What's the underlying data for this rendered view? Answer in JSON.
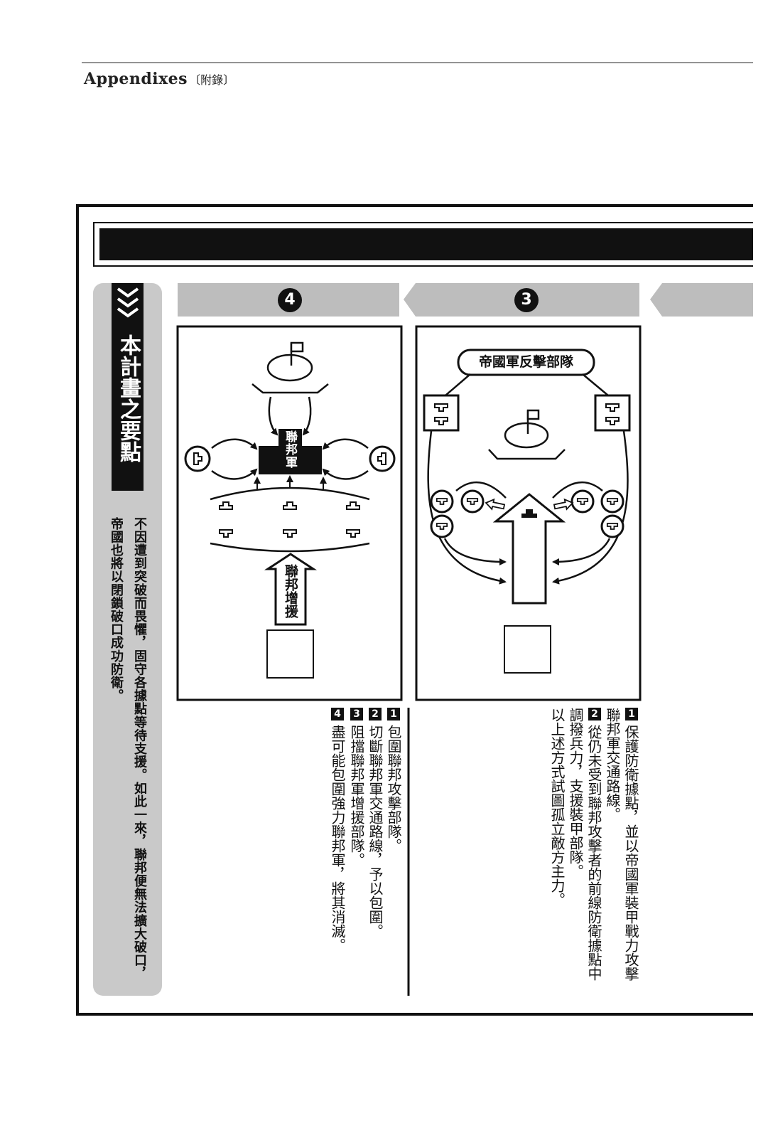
{
  "header": {
    "title": "Appendixes",
    "section": "〔附錄〕"
  },
  "sidebar": {
    "icon": "triple-chevron-down-icon",
    "title": "本計畫之要點",
    "lines": [
      "不因遭到突破而畏懼，固守各據點等待支援。如此一來，聯邦便無法擴大破口，",
      "帝國也將以閉鎖破口成功防衛。"
    ]
  },
  "steps": [
    {
      "number": "4",
      "labels": {
        "federation_army": "聯邦軍",
        "federation_reinforcement": "聯邦增援"
      },
      "notes": [
        {
          "num": "1",
          "lines": [
            "包圍聯邦攻擊部隊。"
          ]
        },
        {
          "num": "2",
          "lines": [
            "切斷聯邦軍交通路線，予以包圍。"
          ]
        },
        {
          "num": "3",
          "lines": [
            "阻擋聯邦軍增援部隊。"
          ]
        },
        {
          "num": "4",
          "lines": [
            "盡可能包圍強力聯邦軍，將其消滅。"
          ]
        }
      ]
    },
    {
      "number": "3",
      "labels": {
        "imperial_counterattack_unit": "帝國軍反擊部隊"
      },
      "notes": [
        {
          "num": "1",
          "lines": [
            "保護防衛據點，並以帝國軍裝甲戰力攻擊",
            "聯邦軍交通路線。"
          ]
        },
        {
          "num": "2",
          "lines": [
            "從仍未受到聯邦攻擊者的前線防衛據點中",
            "調撥兵力，支援裝甲部隊。"
          ]
        }
      ],
      "summary": "以上述方式試圖孤立敵方主力。"
    }
  ],
  "colors": {
    "ink": "#111111",
    "banner": "#bdbdbd",
    "sidebar": "#c9c9c9"
  }
}
